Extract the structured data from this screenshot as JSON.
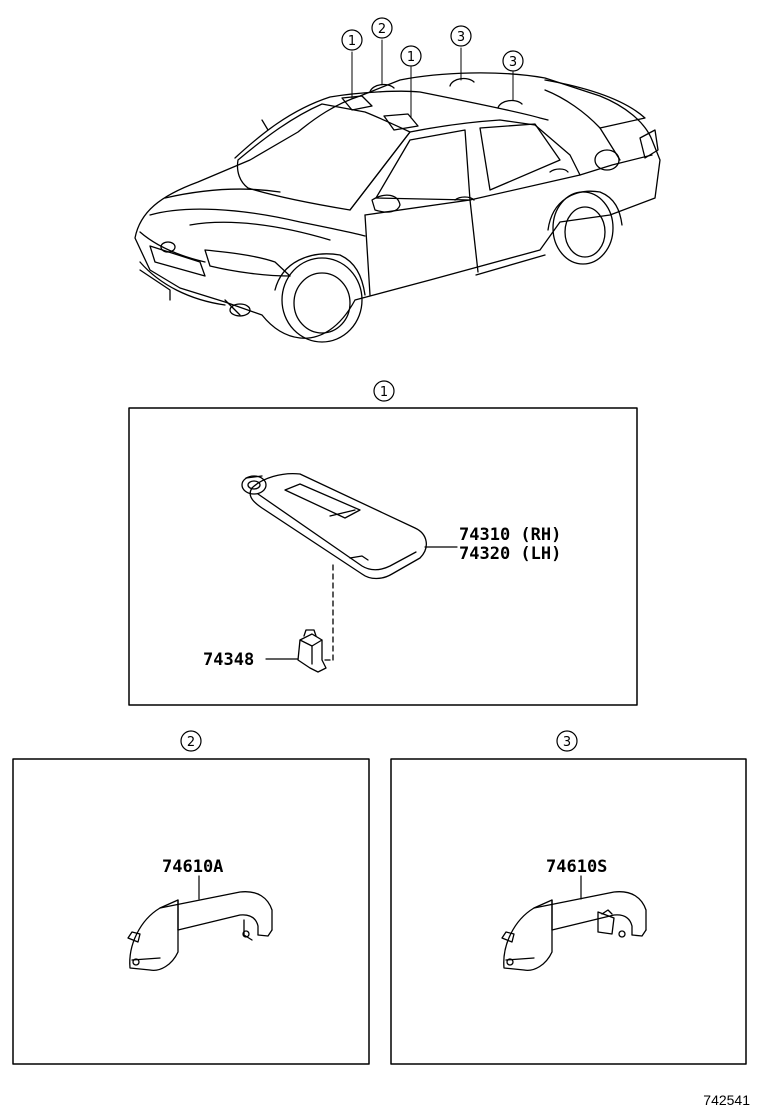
{
  "callouts": {
    "c1": "1",
    "c2": "2",
    "c3": "3"
  },
  "sections": {
    "visor": {
      "callout": "1",
      "part_rh": "74310 (RH)",
      "part_lh": "74320 (LH)",
      "holder": "74348"
    },
    "grip_a": {
      "callout": "2",
      "part": "74610A"
    },
    "grip_s": {
      "callout": "3",
      "part": "74610S"
    }
  },
  "figure_ref": "742541"
}
